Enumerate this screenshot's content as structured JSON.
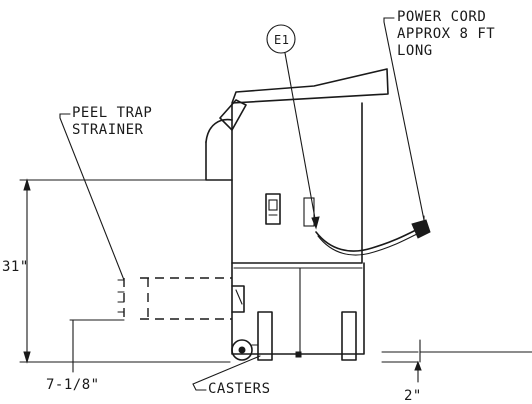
{
  "labels": {
    "power_cord": [
      "POWER CORD",
      "APPROX 8 FT",
      "LONG"
    ],
    "peel_trap": [
      "PEEL TRAP",
      "STRAINER"
    ],
    "callout": "E1",
    "casters": "CASTERS",
    "height_dim": "31\"",
    "offset_dim": "7-1/8\"",
    "clearance_dim": "2\""
  }
}
